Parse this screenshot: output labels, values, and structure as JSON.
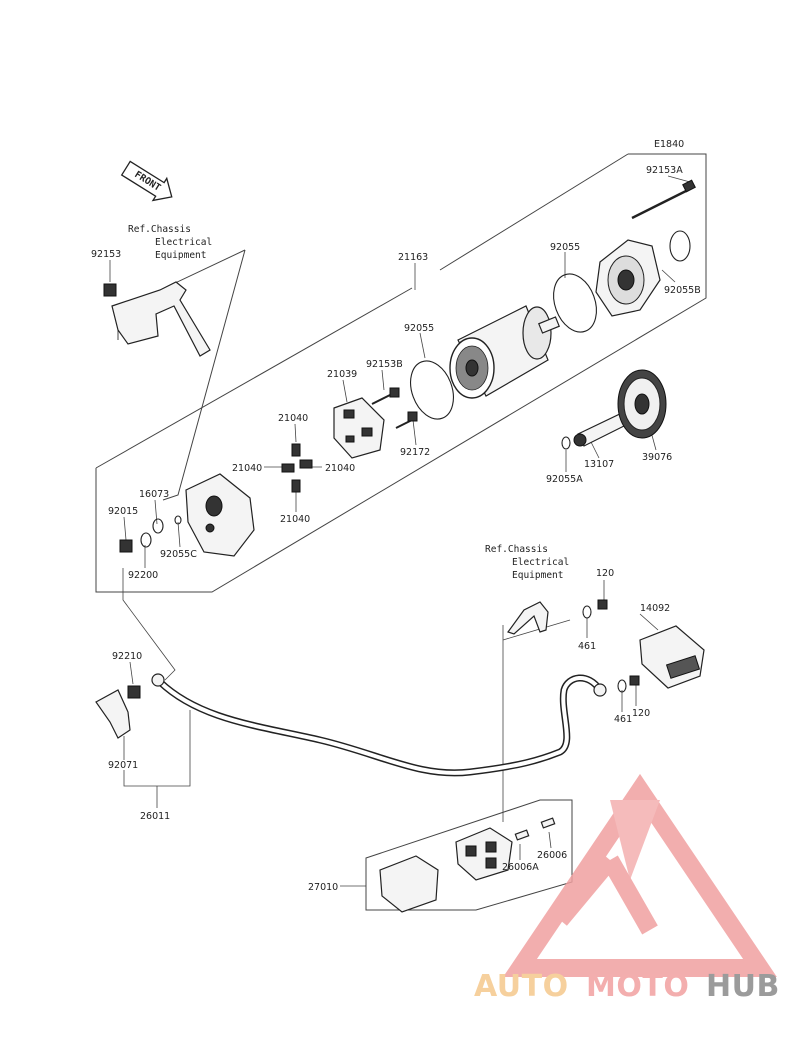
{
  "diagram_code": "E1840",
  "front_label": "FRONT",
  "ref_chassis_1": [
    "Ref.Chassis",
    "Electrical",
    "Equipment"
  ],
  "ref_chassis_2": [
    "Ref.Chassis",
    "Electrical",
    "Equipment"
  ],
  "parts": {
    "p21163": "21163",
    "p92153A": "92153A",
    "p92055_top": "92055",
    "p92055B": "92055B",
    "p92055_mid": "92055",
    "p92153B": "92153B",
    "p21039": "21039",
    "p92172": "92172",
    "p21040_a": "21040",
    "p21040_b": "21040",
    "p21040_c": "21040",
    "p21040_d": "21040",
    "p13107": "13107",
    "p39076": "39076",
    "p92055A": "92055A",
    "p92153": "92153",
    "p16073": "16073",
    "p92015": "92015",
    "p92055C": "92055C",
    "p92200": "92200",
    "p120_a": "120",
    "p14092": "14092",
    "p461_a": "461",
    "p461_b": "461",
    "p120_b": "120",
    "p92210": "92210",
    "p92071": "92071",
    "p26011": "26011",
    "p26006": "26006",
    "p26006A": "26006A",
    "p27010": "27010"
  },
  "watermark": {
    "auto": "AUTO",
    "moto": "MOTO",
    "hub": "HUB",
    "color_primary": "#f0a23c",
    "color_red": "#e8403a",
    "color_dark": "#444444"
  }
}
